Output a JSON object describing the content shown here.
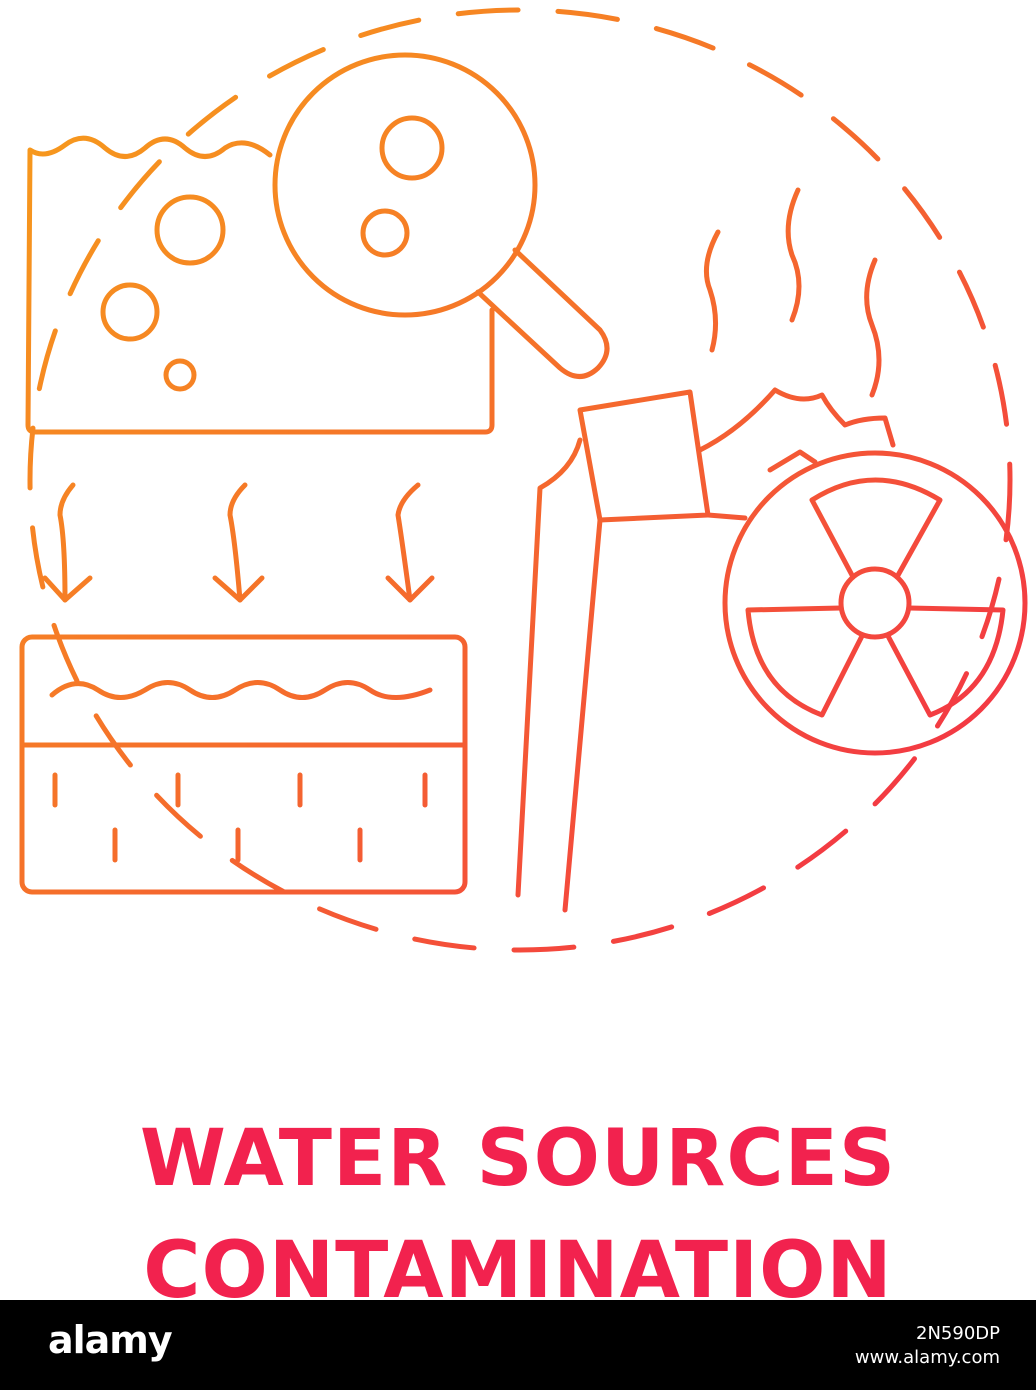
{
  "caption": {
    "line1": "WATER SOURCES",
    "line2": "CONTAMINATION"
  },
  "footer": {
    "brand": "alamy",
    "image_id": "2N590DP",
    "site": "www.alamy.com"
  },
  "colors": {
    "gradient_start": "#f7a11a",
    "gradient_end": "#f2224e",
    "caption": "#f2224e",
    "footer_bg": "#000000",
    "footer_text": "#ffffff"
  },
  "icons": [
    "magnifier-icon",
    "water-bubbles-icon",
    "soil-layer-icon",
    "radiation-icon",
    "smoke-icon",
    "chimney-icon",
    "down-arrow-icon"
  ]
}
